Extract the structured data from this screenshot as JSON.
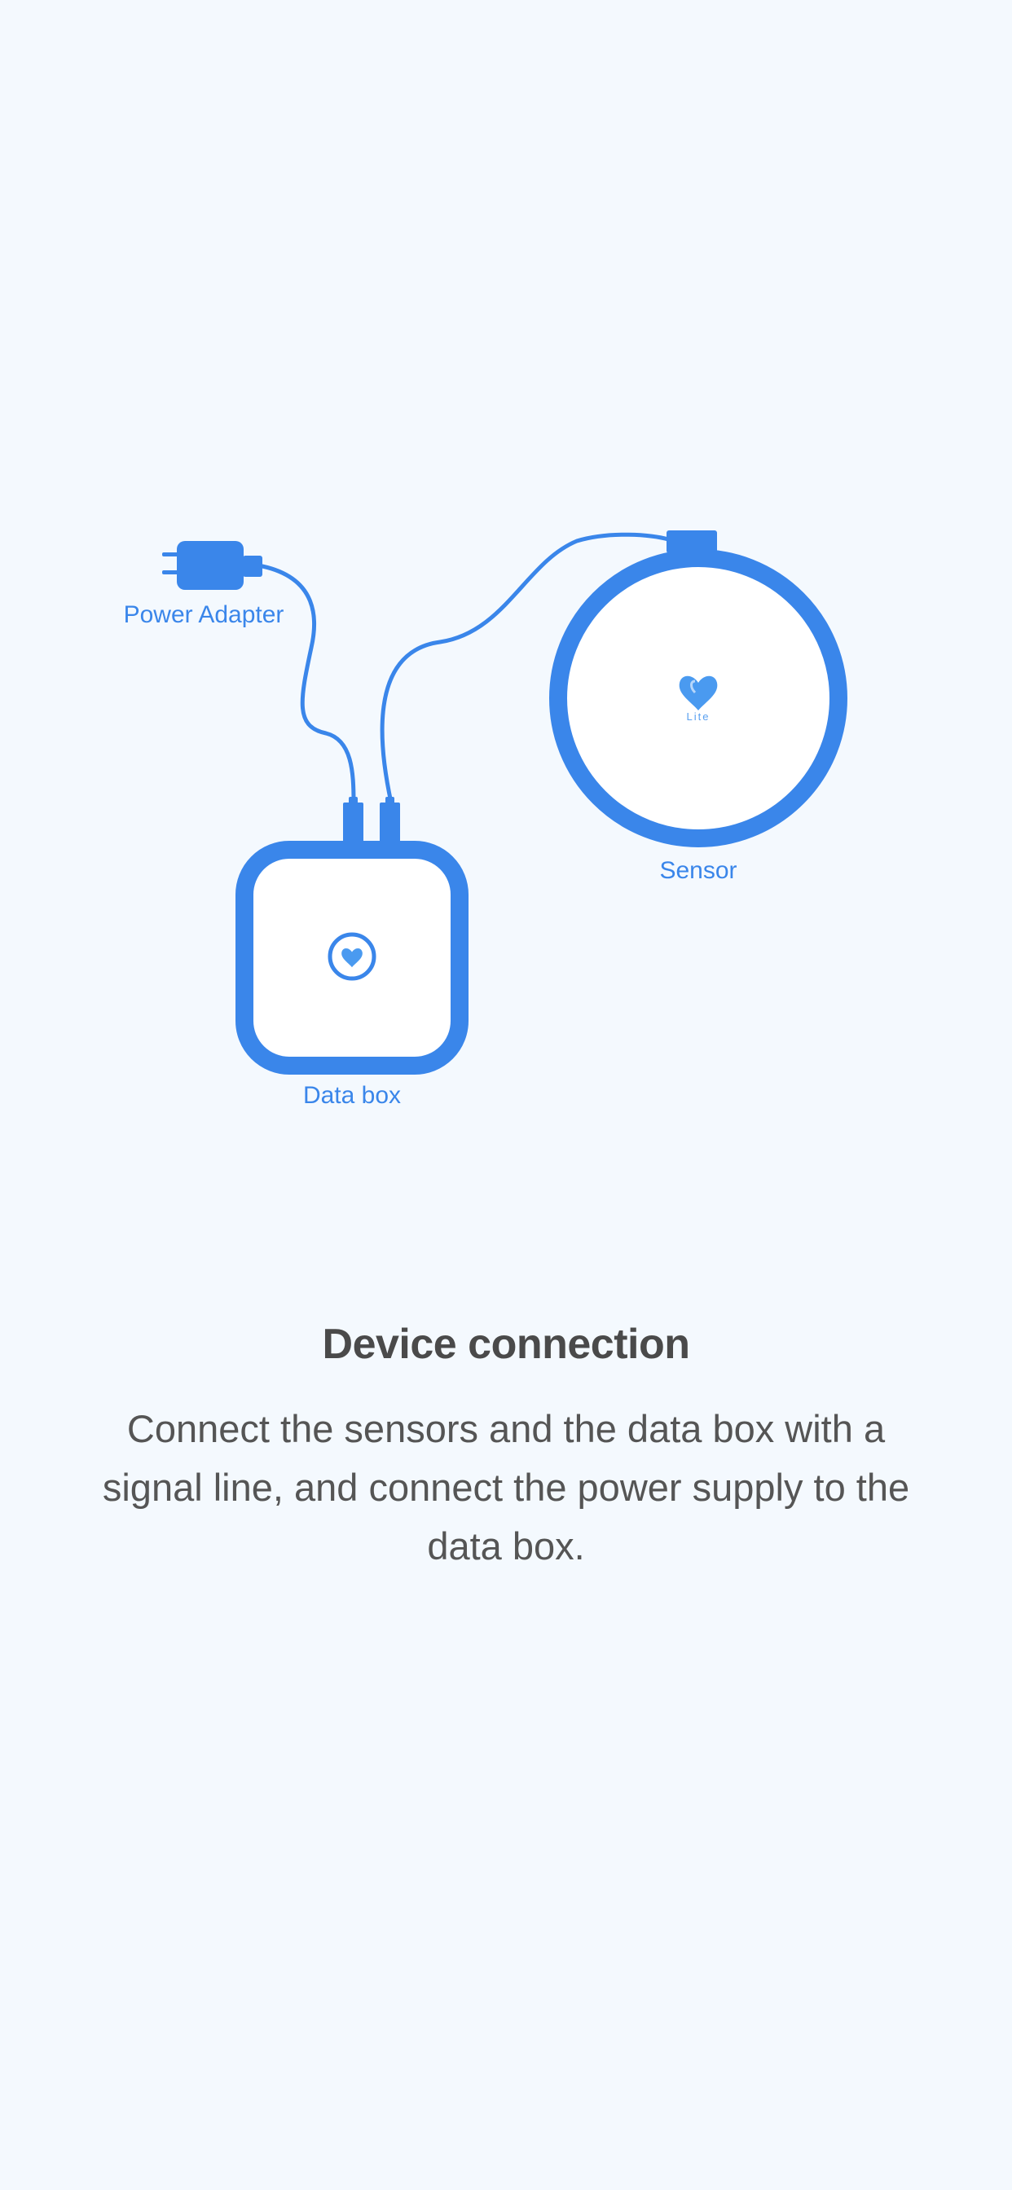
{
  "colors": {
    "background": "#f4f9fe",
    "accent": "#3a86ea",
    "device_face": "#ffffff",
    "title_text": "#4a4a4a",
    "body_text": "#555555"
  },
  "diagram": {
    "power_adapter_label": "Power Adapter",
    "sensor_label": "Sensor",
    "data_box_label": "Data box",
    "sensor_logo_text": "Lite",
    "icons": [
      "power-plug-icon",
      "sensor-device-icon",
      "data-box-device-icon",
      "heart-logo-icon"
    ]
  },
  "content": {
    "title": "Device connection",
    "description": "Connect the sensors and the data box with a signal line, and connect the power supply to the data box."
  }
}
